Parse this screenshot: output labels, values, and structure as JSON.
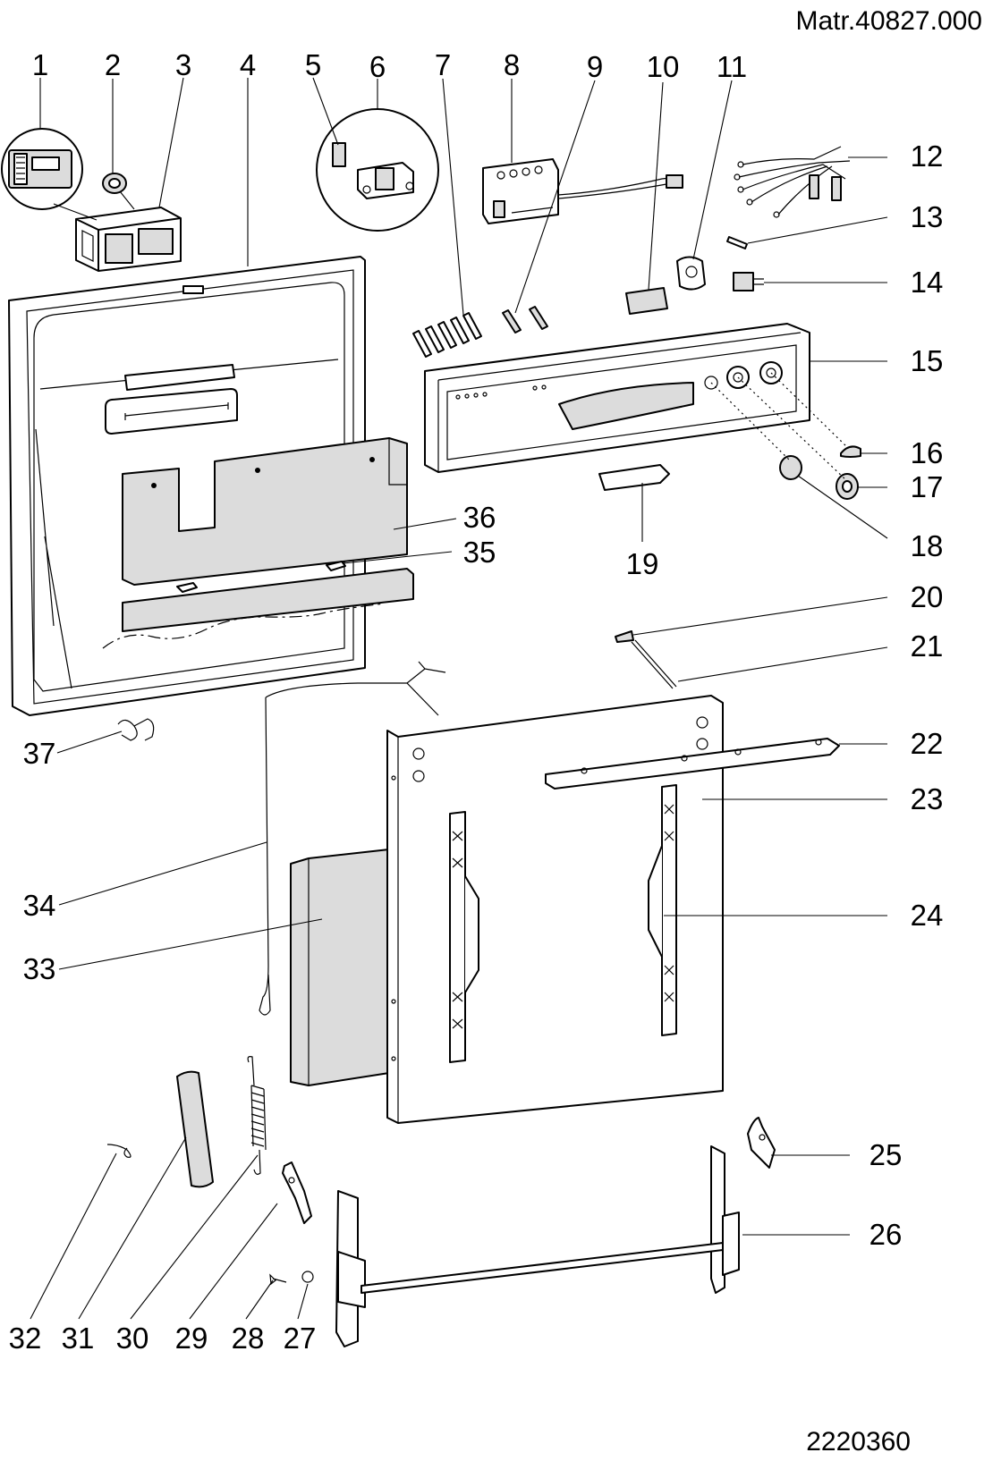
{
  "header": {
    "material_number": "Matr.40827.000"
  },
  "footer": {
    "drawing_number": "2220360"
  },
  "callouts": [
    "1",
    "2",
    "3",
    "4",
    "5",
    "6",
    "7",
    "8",
    "9",
    "10",
    "11",
    "12",
    "13",
    "14",
    "15",
    "16",
    "17",
    "18",
    "19",
    "20",
    "21",
    "22",
    "23",
    "24",
    "25",
    "26",
    "27",
    "28",
    "29",
    "30",
    "31",
    "32",
    "33",
    "34",
    "35",
    "36",
    "37"
  ]
}
